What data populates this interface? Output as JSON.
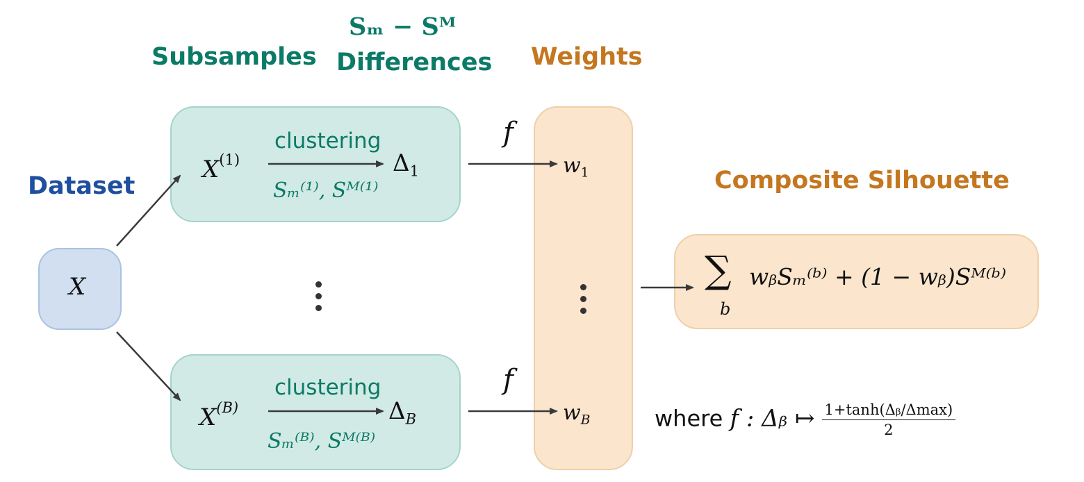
{
  "headers": {
    "subsamples": "Subsamples",
    "differences_formula": "Sₘ − Sᴹ",
    "differences": "Differences",
    "weights": "Weights",
    "dataset": "Dataset",
    "composite": "Composite Silhouette"
  },
  "dataset": {
    "symbol": "X"
  },
  "subsample_top": {
    "symbol": "X",
    "superscript": "(1)",
    "process_label": "clustering",
    "score_label": "Sₘ⁽¹⁾, Sᴹ⁽¹⁾",
    "delta": "Δ",
    "delta_sub": "1"
  },
  "subsample_bottom": {
    "symbol": "X",
    "superscript": "(B)",
    "process_label": "clustering",
    "score_label": "Sₘ⁽ᴮ⁾, Sᴹ⁽ᴮ⁾",
    "delta": "Δ",
    "delta_sub": "B"
  },
  "map_label": "f",
  "weights": {
    "w_top": "w",
    "w_top_sub": "1",
    "w_bottom": "w",
    "w_bottom_sub": "B"
  },
  "composite_formula": {
    "sum": "∑",
    "sum_index": "b",
    "term": "wᵦSₘ⁽ᵇ⁾ + (1 − wᵦ)Sᴹ⁽ᵇ⁾"
  },
  "where_clause": {
    "prefix": "where",
    "mapping": "f : Δᵦ ↦",
    "numerator": "1+tanh(Δᵦ/Δmax)",
    "denominator": "2"
  },
  "colors": {
    "teal": "#0b7a67",
    "orange": "#c4771f",
    "blue": "#1f4f9e",
    "teal_fill": "#d2eae5",
    "orange_fill": "#fbe5cd",
    "blue_fill": "#d1dff0"
  }
}
